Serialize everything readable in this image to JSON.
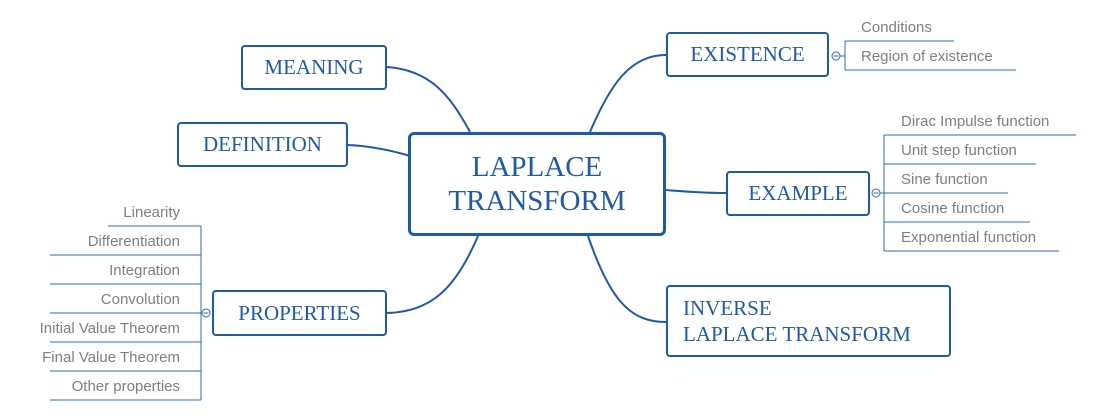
{
  "diagram": {
    "center": {
      "line1": "LAPLACE",
      "line2": "TRANSFORM"
    },
    "left_topics": {
      "meaning": "MEANING",
      "definition": "DEFINITION",
      "properties": {
        "label": "PROPERTIES",
        "items": [
          "Linearity",
          "Differentiation",
          "Integration",
          "Convolution",
          "Initial Value Theorem",
          "Final Value Theorem",
          "Other properties"
        ]
      }
    },
    "right_topics": {
      "existence": {
        "label": "EXISTENCE",
        "items": [
          "Conditions",
          "Region of existence"
        ]
      },
      "example": {
        "label": "EXAMPLE",
        "items": [
          "Dirac Impulse function",
          "Unit step function",
          "Sine function",
          "Cosine function",
          "Exponential function"
        ]
      },
      "inverse": {
        "line1": "INVERSE",
        "line2": "LAPLACE TRANSFORM"
      }
    }
  },
  "colors": {
    "accent": "#1f5aa6",
    "leaf_text": "#7f7f7f",
    "leaf_line": "#2f6bb7"
  }
}
